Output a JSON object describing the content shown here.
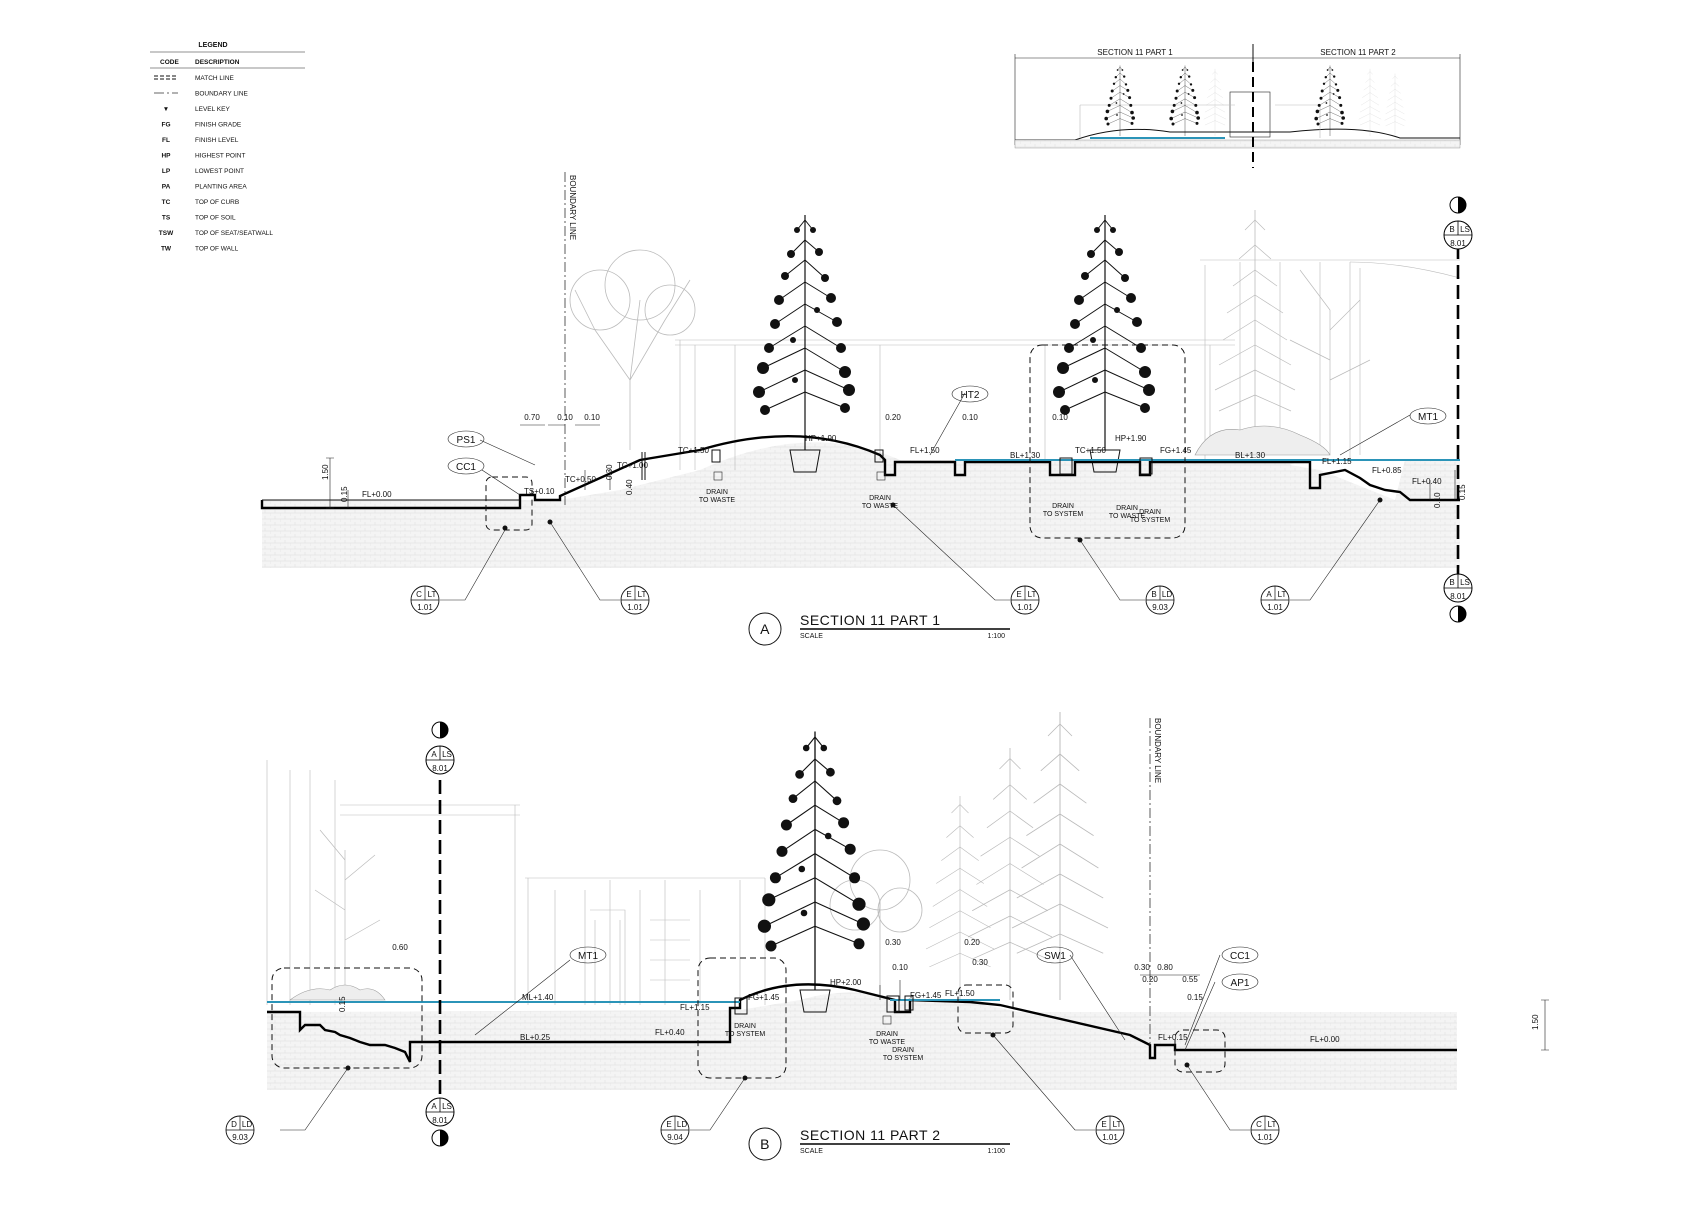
{
  "legend": {
    "title": "LEGEND",
    "head_code": "CODE",
    "head_desc": "DESCRIPTION",
    "rows": [
      {
        "code": "",
        "desc": "MATCH LINE"
      },
      {
        "code": "",
        "desc": "BOUNDARY LINE"
      },
      {
        "code": "▼",
        "desc": "LEVEL KEY"
      },
      {
        "code": "FG",
        "desc": "FINISH GRADE"
      },
      {
        "code": "FL",
        "desc": "FINISH LEVEL"
      },
      {
        "code": "HP",
        "desc": "HIGHEST POINT"
      },
      {
        "code": "LP",
        "desc": "LOWEST POINT"
      },
      {
        "code": "PA",
        "desc": "PLANTING AREA"
      },
      {
        "code": "TC",
        "desc": "TOP OF CURB"
      },
      {
        "code": "TS",
        "desc": "TOP OF SOIL"
      },
      {
        "code": "TSW",
        "desc": "TOP OF SEAT/SEATWALL"
      },
      {
        "code": "TW",
        "desc": "TOP OF WALL"
      }
    ]
  },
  "key_plan": {
    "part1": "SECTION 11 PART 1",
    "part2": "SECTION 11 PART 2"
  },
  "section_a": {
    "letter": "A",
    "title": "SECTION 11 PART 1",
    "scale_label": "SCALE",
    "scale_value": "1:100",
    "boundary": "BOUNDARY LINE",
    "tags": {
      "ps1": "PS1",
      "cc1": "CC1",
      "ht2": "HT2",
      "mt1": "MT1"
    },
    "levels": {
      "fl000": "FL+0.00",
      "ts010": "TS+0.10",
      "tc050": "TC+0.50",
      "tc100": "TC+1.00",
      "tc150": "TC+1.50",
      "hp190": "HP+1.90",
      "fl150": "FL+1.50",
      "bl130": "BL+1.30",
      "tc150b": "TC+1.50",
      "hp190b": "HP+1.90",
      "fg145": "FG+1.45",
      "bl130b": "BL+1.30",
      "fl115": "FL+1.15",
      "fl085": "FL+0.85",
      "fl040": "FL+0.40"
    },
    "dims": {
      "d150": "1.50",
      "d015": "0.15",
      "d070": "0.70",
      "d010a": "0.10",
      "d010b": "0.10",
      "d030": "0.30",
      "d040": "0.40",
      "d020": "0.20",
      "d010c": "0.10",
      "d010d": "0.10",
      "d015r": "0.15",
      "d010r": "0.10"
    },
    "drains": {
      "d1a": "DRAIN",
      "d1b": "TO WASTE",
      "d2a": "DRAIN",
      "d2b": "TO WASTE",
      "d3a": "DRAIN",
      "d3b": "TO SYSTEM",
      "d4a": "DRAIN",
      "d4b": "TO WASTE",
      "d5a": "DRAIN",
      "d5b": "TO SYSTEM"
    },
    "refs": [
      {
        "id": "C",
        "sheet": "LT",
        "num": "1.01"
      },
      {
        "id": "E",
        "sheet": "LT",
        "num": "1.01"
      },
      {
        "id": "E",
        "sheet": "LT",
        "num": "1.01"
      },
      {
        "id": "B",
        "sheet": "LD",
        "num": "9.03"
      },
      {
        "id": "A",
        "sheet": "LT",
        "num": "1.01"
      }
    ],
    "match": {
      "id": "B",
      "sheet": "LS",
      "num": "8.01"
    }
  },
  "section_b": {
    "letter": "B",
    "title": "SECTION 11 PART 2",
    "scale_label": "SCALE",
    "scale_value": "1:100",
    "boundary": "BOUNDARY LINE",
    "tags": {
      "mt1": "MT1",
      "sw1": "SW1",
      "cc1": "CC1",
      "ap1": "AP1"
    },
    "levels": {
      "ml140": "ML+1.40",
      "bl025": "BL+0.25",
      "fl115": "FL+1.15",
      "fl040": "FL+0.40",
      "fg145": "FG+1.45",
      "hp200": "HP+2.00",
      "fg145b": "FG+1.45",
      "fl150": "FL+1.50",
      "fl015": "FL+0.15",
      "fl000": "FL+0.00"
    },
    "dims": {
      "d060": "0.60",
      "d015": "0.15",
      "d030": "0.30",
      "d010": "0.10",
      "d020": "0.20",
      "d030b": "0.30",
      "d030c": "0.30",
      "d080": "0.80",
      "d020b": "0.20",
      "d055": "0.55",
      "d015b": "0.15",
      "d150": "1.50"
    },
    "drains": {
      "d1a": "DRAIN",
      "d1b": "TO SYSTEM",
      "d2a": "DRAIN",
      "d2b": "TO WASTE",
      "d3a": "DRAIN",
      "d3b": "TO SYSTEM"
    },
    "refs": [
      {
        "id": "D",
        "sheet": "LD",
        "num": "9.03"
      },
      {
        "id": "E",
        "sheet": "LD",
        "num": "9.04"
      },
      {
        "id": "E",
        "sheet": "LT",
        "num": "1.01"
      },
      {
        "id": "C",
        "sheet": "LT",
        "num": "1.01"
      }
    ],
    "match": {
      "id": "A",
      "sheet": "LS",
      "num": "8.01"
    }
  },
  "colors": {
    "water": "#2b94b8",
    "soil": "#f1f1f1"
  }
}
